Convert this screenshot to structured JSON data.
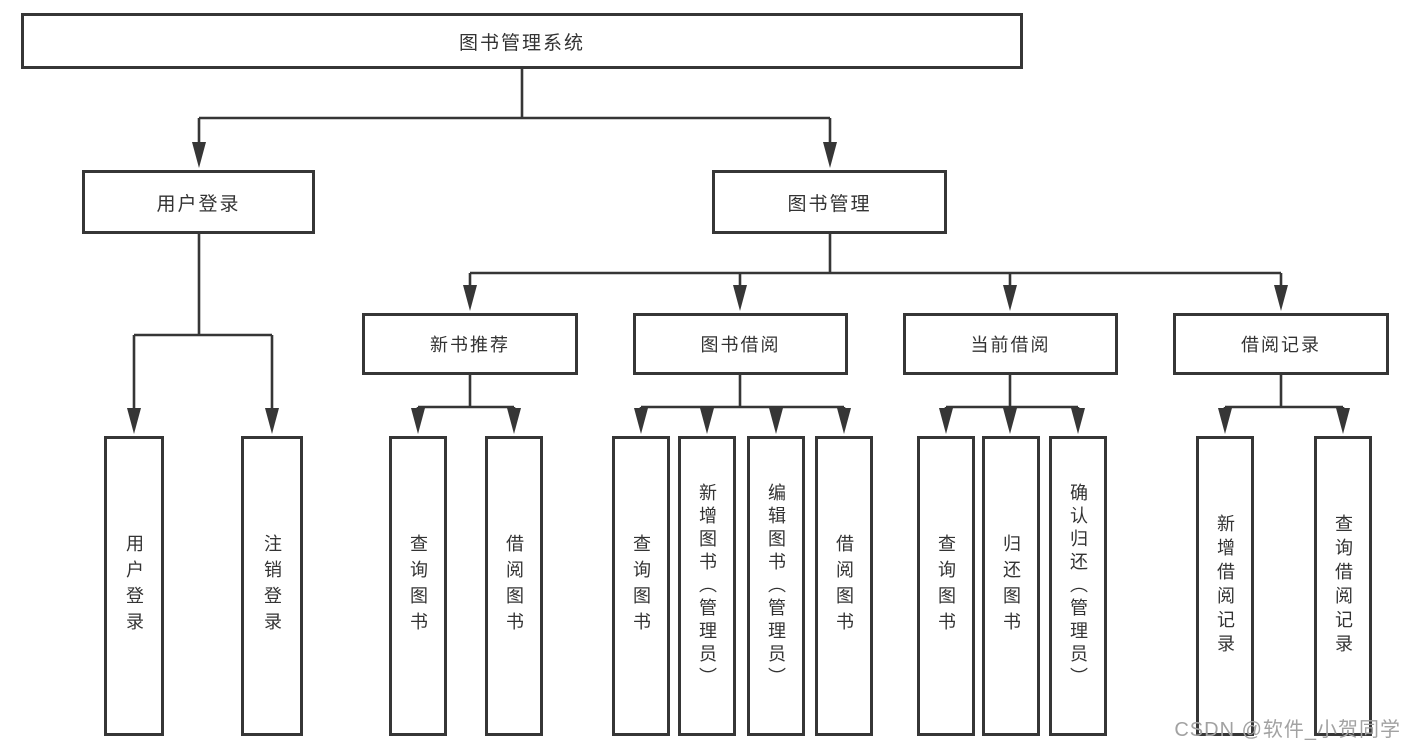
{
  "diagram": {
    "title": "图书管理系统",
    "watermark": "CSDN @软件_小贺同学",
    "colors": {
      "line": "#363636",
      "box_border": "#363636",
      "text": "#333333",
      "background": "#ffffff",
      "watermark": "#a2a2a2"
    },
    "nodes": {
      "root": {
        "label": "图书管理系统"
      },
      "level2": [
        {
          "label": "用户登录"
        },
        {
          "label": "图书管理"
        }
      ],
      "level3": [
        {
          "label": "新书推荐"
        },
        {
          "label": "图书借阅"
        },
        {
          "label": "当前借阅"
        },
        {
          "label": "借阅记录"
        }
      ],
      "leaves": [
        {
          "label": "用户登录",
          "parent": "用户登录"
        },
        {
          "label": "注销登录",
          "parent": "用户登录"
        },
        {
          "label": "查询图书",
          "parent": "新书推荐"
        },
        {
          "label": "借阅图书",
          "parent": "新书推荐"
        },
        {
          "label": "查询图书",
          "parent": "图书借阅"
        },
        {
          "label": "新增图书（管理员）",
          "parent": "图书借阅"
        },
        {
          "label": "编辑图书（管理员）",
          "parent": "图书借阅"
        },
        {
          "label": "借阅图书",
          "parent": "图书借阅"
        },
        {
          "label": "查询图书",
          "parent": "当前借阅"
        },
        {
          "label": "归还图书",
          "parent": "当前借阅"
        },
        {
          "label": "确认归还（管理员）",
          "parent": "当前借阅"
        },
        {
          "label": "新增借阅记录",
          "parent": "借阅记录"
        },
        {
          "label": "查询借阅记录",
          "parent": "借阅记录"
        }
      ]
    }
  }
}
